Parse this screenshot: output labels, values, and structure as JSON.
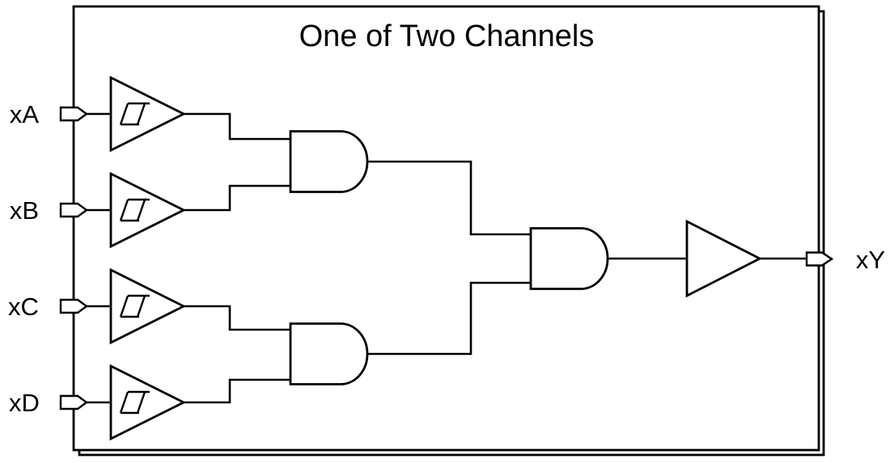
{
  "title": "One of Two Channels",
  "inputs": [
    {
      "label": "xA"
    },
    {
      "label": "xB"
    },
    {
      "label": "xC"
    },
    {
      "label": "xD"
    }
  ],
  "output": {
    "label": "xY"
  },
  "icons": {
    "buffer": "triangle-buffer-icon",
    "hysteresis": "schmitt-hysteresis-icon",
    "and": "and-gate-icon",
    "pin": "connector-pin-icon"
  },
  "colors": {
    "line": "#000000",
    "background": "#ffffff"
  }
}
